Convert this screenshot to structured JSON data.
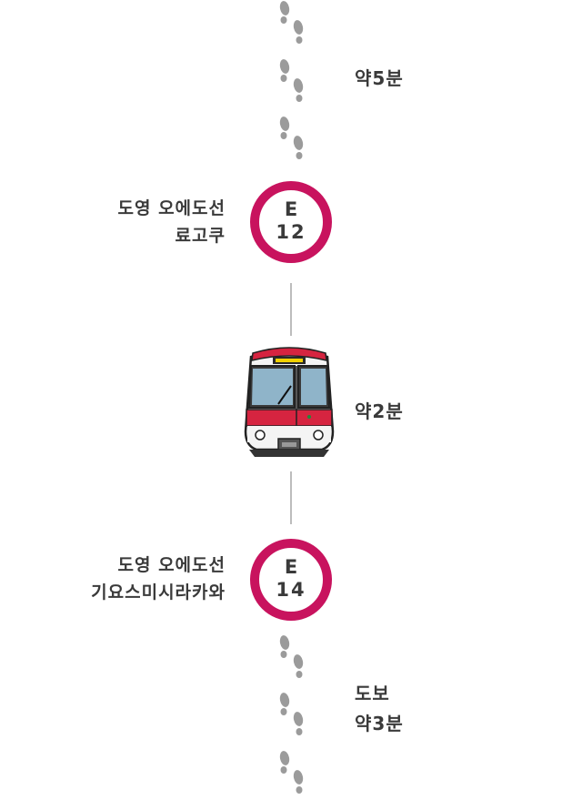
{
  "route": {
    "walk_to_station": {
      "label": "약5분"
    },
    "station_from": {
      "line_name": "도영 오에도선",
      "station_name": "료고쿠",
      "line_code": "E",
      "station_number": "12",
      "line_color": "#c8135e"
    },
    "ride": {
      "label": "약2분",
      "icon": "train-icon"
    },
    "station_to": {
      "line_name": "도영 오에도선",
      "station_name": "기요스미시라카와",
      "line_code": "E",
      "station_number": "14",
      "line_color": "#c8135e"
    },
    "walk_from_station": {
      "mode": "도보",
      "label": "약3분"
    },
    "footprint_icon": "footprints-icon"
  }
}
